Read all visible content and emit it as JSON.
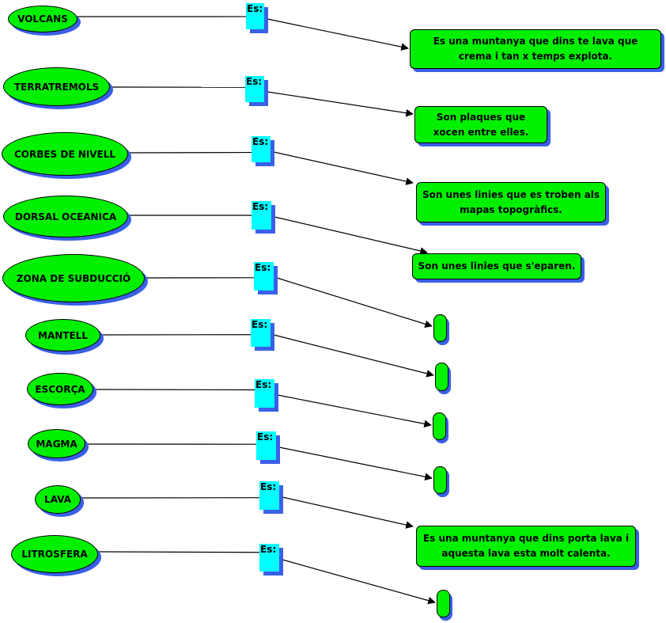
{
  "diagram": {
    "es_label": "Es:",
    "concepts": [
      {
        "label": "VOLCANS",
        "answer": "Es una muntanya que dins te lava que crema i tan x temps explota."
      },
      {
        "label": "TERRATREMOLS",
        "answer": "Son plaques que xocen entre elles."
      },
      {
        "label": "CORBES DE NIVELL",
        "answer": "Son unes linies que es troben als mapas topogràfics."
      },
      {
        "label": "DORSAL OCEANICA",
        "answer": "Son unes linies que s'eparen."
      },
      {
        "label": "ZONA DE SUBDUCCIÓ",
        "answer": ""
      },
      {
        "label": "MANTELL",
        "answer": ""
      },
      {
        "label": "ESCORÇA",
        "answer": ""
      },
      {
        "label": "MAGMA",
        "answer": ""
      },
      {
        "label": "LAVA",
        "answer": "Es una muntanya que dins porta lava i aquesta lava esta molt calenta."
      },
      {
        "label": "LITROSFERA",
        "answer": ""
      }
    ],
    "colors": {
      "node_fill": "#00f000",
      "es_fill": "#00ffff",
      "shadow": "#3a5fe8",
      "line": "#000000"
    }
  }
}
